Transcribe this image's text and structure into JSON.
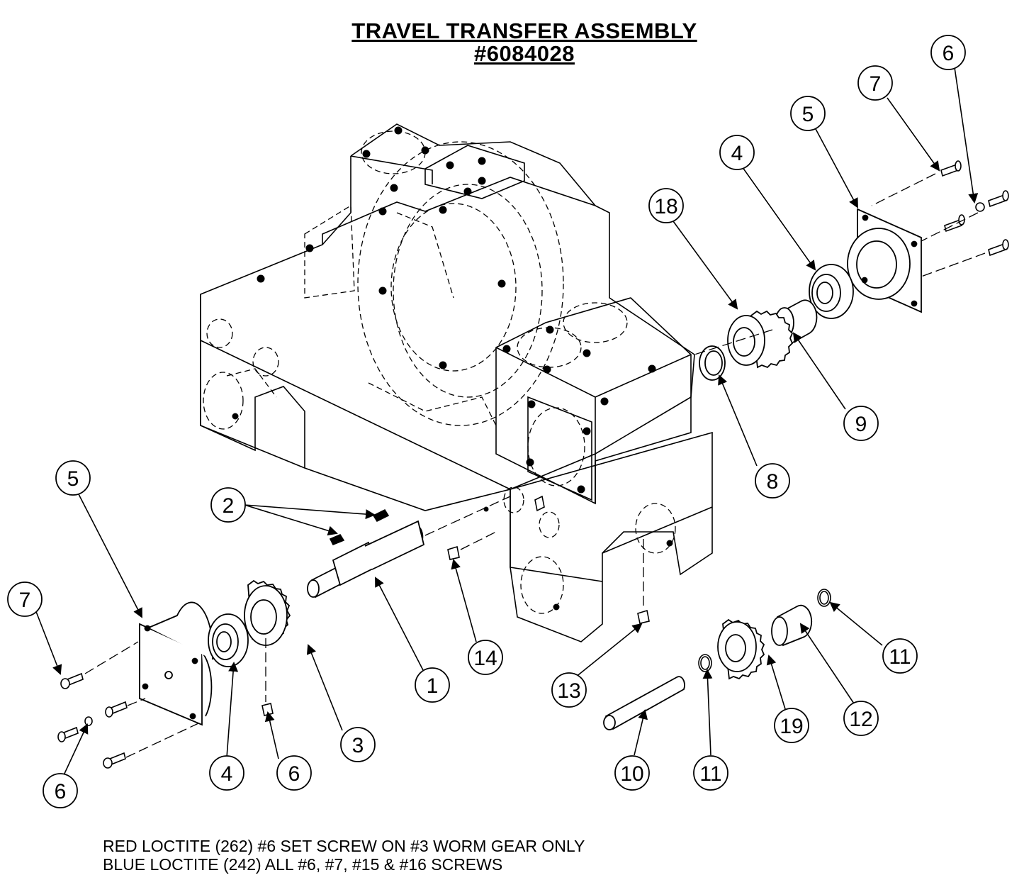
{
  "title": {
    "line1": "TRAVEL TRANSFER ASSEMBLY",
    "line2": "#6084028"
  },
  "callouts": [
    "6",
    "7",
    "5",
    "4",
    "18",
    "9",
    "8",
    "5",
    "2",
    "7",
    "14",
    "1",
    "3",
    "4",
    "6",
    "6",
    "13",
    "11",
    "12",
    "19",
    "11",
    "10"
  ],
  "notes": {
    "line1": "RED LOCTITE (262) #6 SET SCREW ON #3 WORM GEAR ONLY",
    "line2": "BLUE LOCTITE (242) ALL #6, #7, #15 & #16 SCREWS"
  }
}
